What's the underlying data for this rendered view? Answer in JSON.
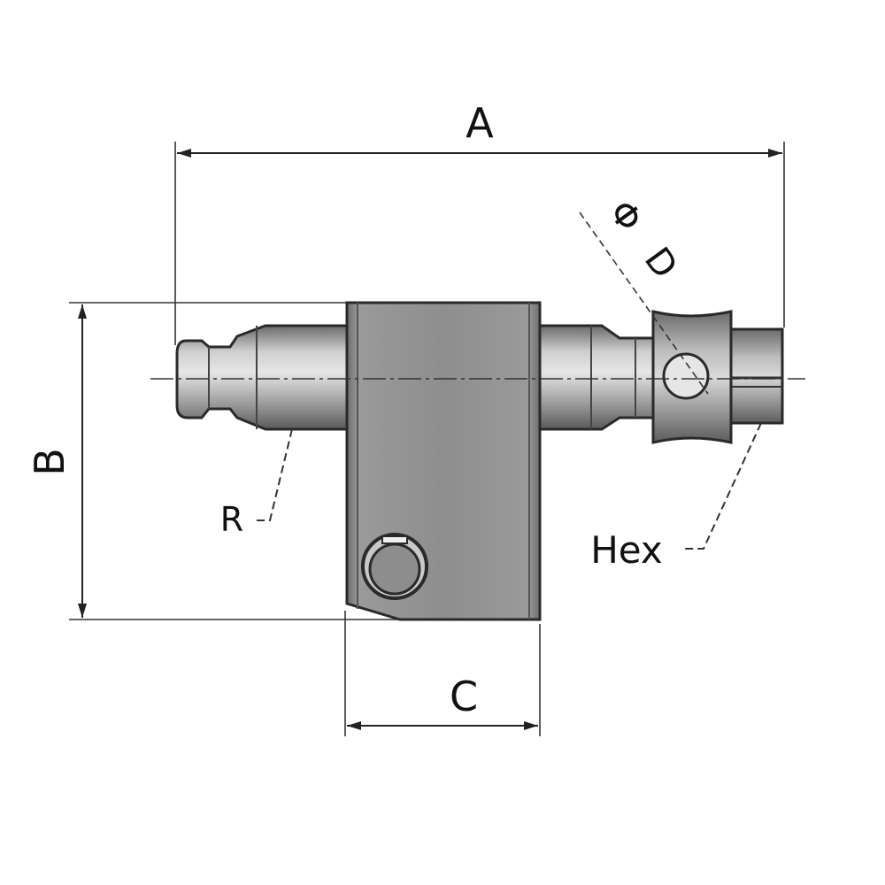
{
  "labels": {
    "a": "A",
    "b": "B",
    "c": "C",
    "phi": "Φ",
    "d": "D",
    "r": "R",
    "hex": "Hex"
  },
  "colors": {
    "steel_light": "#d6d6d6",
    "steel_mid": "#9a9a9a",
    "steel_dark": "#5e5e5e",
    "block": "#8c8c8c",
    "outline": "#2a2a2a"
  }
}
